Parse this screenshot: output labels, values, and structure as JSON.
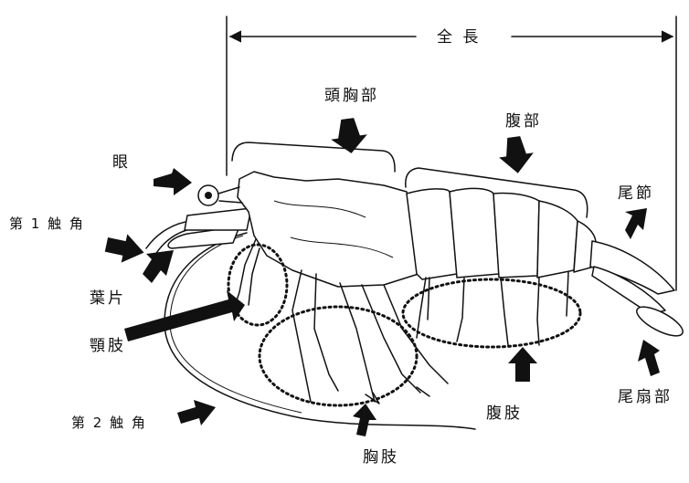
{
  "labels": {
    "total_length": "全 長",
    "cephalothorax": "頭胸部",
    "abdomen": "腹部",
    "eye": "眼",
    "antenna1": "第 1 触 角",
    "scale": "葉片",
    "telson": "尾節",
    "maxilliped": "顎肢",
    "antenna2": "第 2 触 角",
    "pleopod": "腹肢",
    "pereiopod": "胸肢",
    "uropod": "尾扇部"
  }
}
